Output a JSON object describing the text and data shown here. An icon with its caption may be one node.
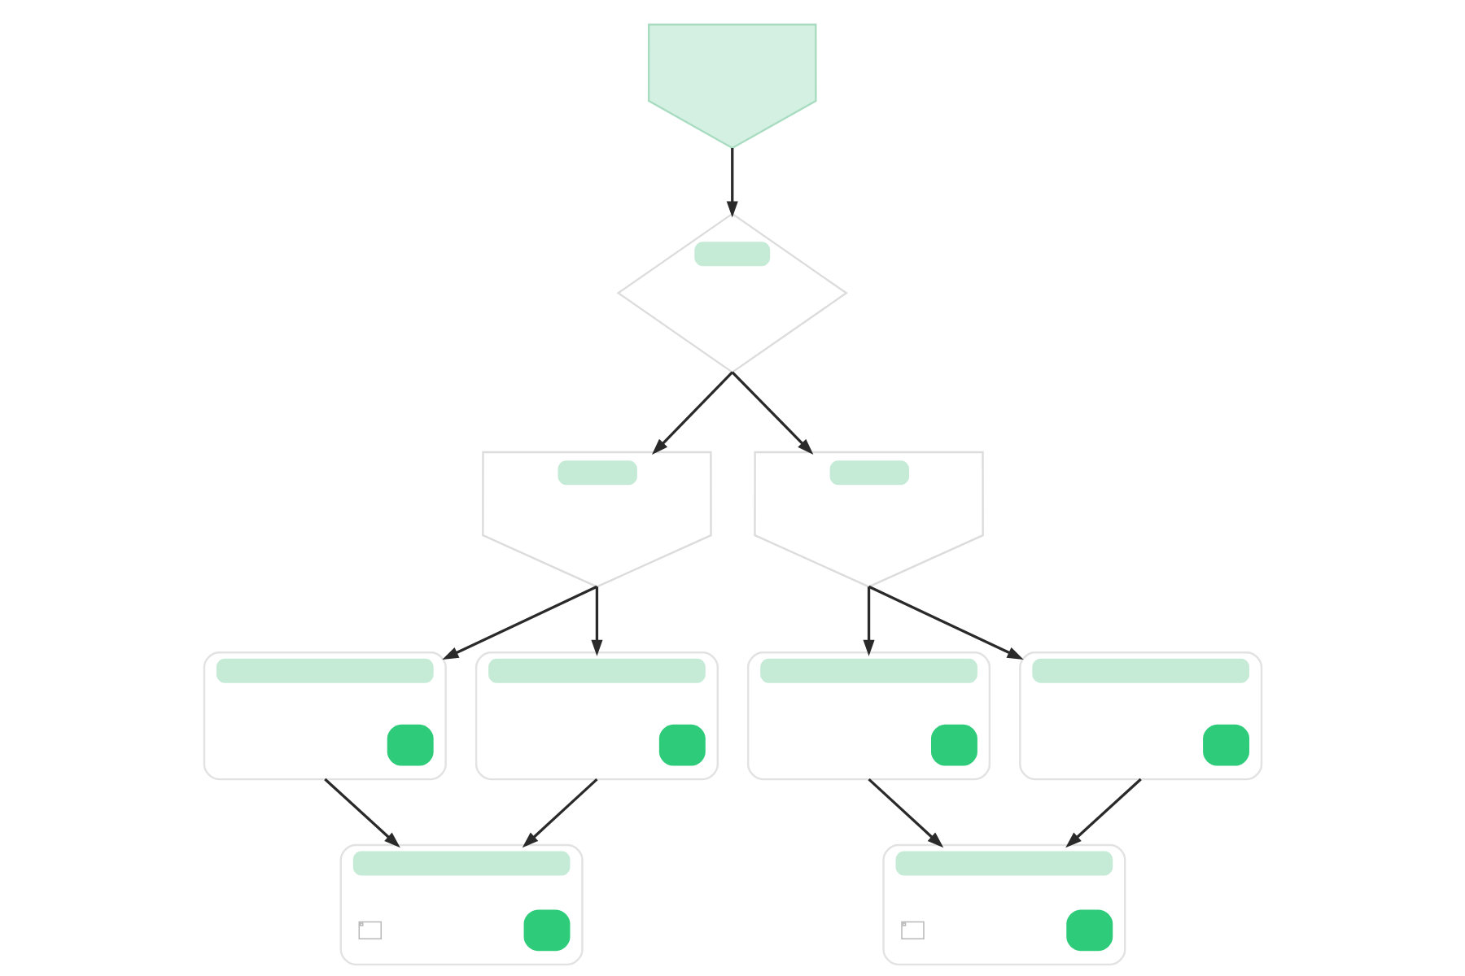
{
  "diagram": {
    "nodes": [
      {
        "text": [],
        "shape": "pentagon"
      },
      {
        "text": [],
        "shape": "diamond"
      },
      {
        "text": [],
        "shape": "pentagon"
      },
      {
        "text": [],
        "shape": "pentagon"
      },
      {
        "text": [],
        "shape": "box"
      },
      {
        "text": [],
        "shape": "box"
      },
      {
        "text": [],
        "shape": "box"
      },
      {
        "text": [],
        "shape": "box"
      },
      {
        "text": [],
        "shape": "box"
      },
      {
        "text": [],
        "shape": "box"
      }
    ],
    "edges": [
      {
        "from": 0,
        "to": 1,
        "arrow": "to"
      },
      {
        "from": 1,
        "to": 2,
        "arrow": "to"
      },
      {
        "from": 1,
        "to": 3,
        "arrow": "to"
      },
      {
        "from": 2,
        "to": 4,
        "arrow": "to"
      },
      {
        "from": 2,
        "to": 5,
        "arrow": "to"
      },
      {
        "from": 3,
        "to": 6,
        "arrow": "to"
      },
      {
        "from": 3,
        "to": 7,
        "arrow": "to"
      },
      {
        "from": 4,
        "to": 8,
        "arrow": "to"
      },
      {
        "from": 5,
        "to": 8,
        "arrow": "to"
      },
      {
        "from": 6,
        "to": 9,
        "arrow": "to"
      },
      {
        "from": 7,
        "to": 9,
        "arrow": "to"
      }
    ]
  }
}
